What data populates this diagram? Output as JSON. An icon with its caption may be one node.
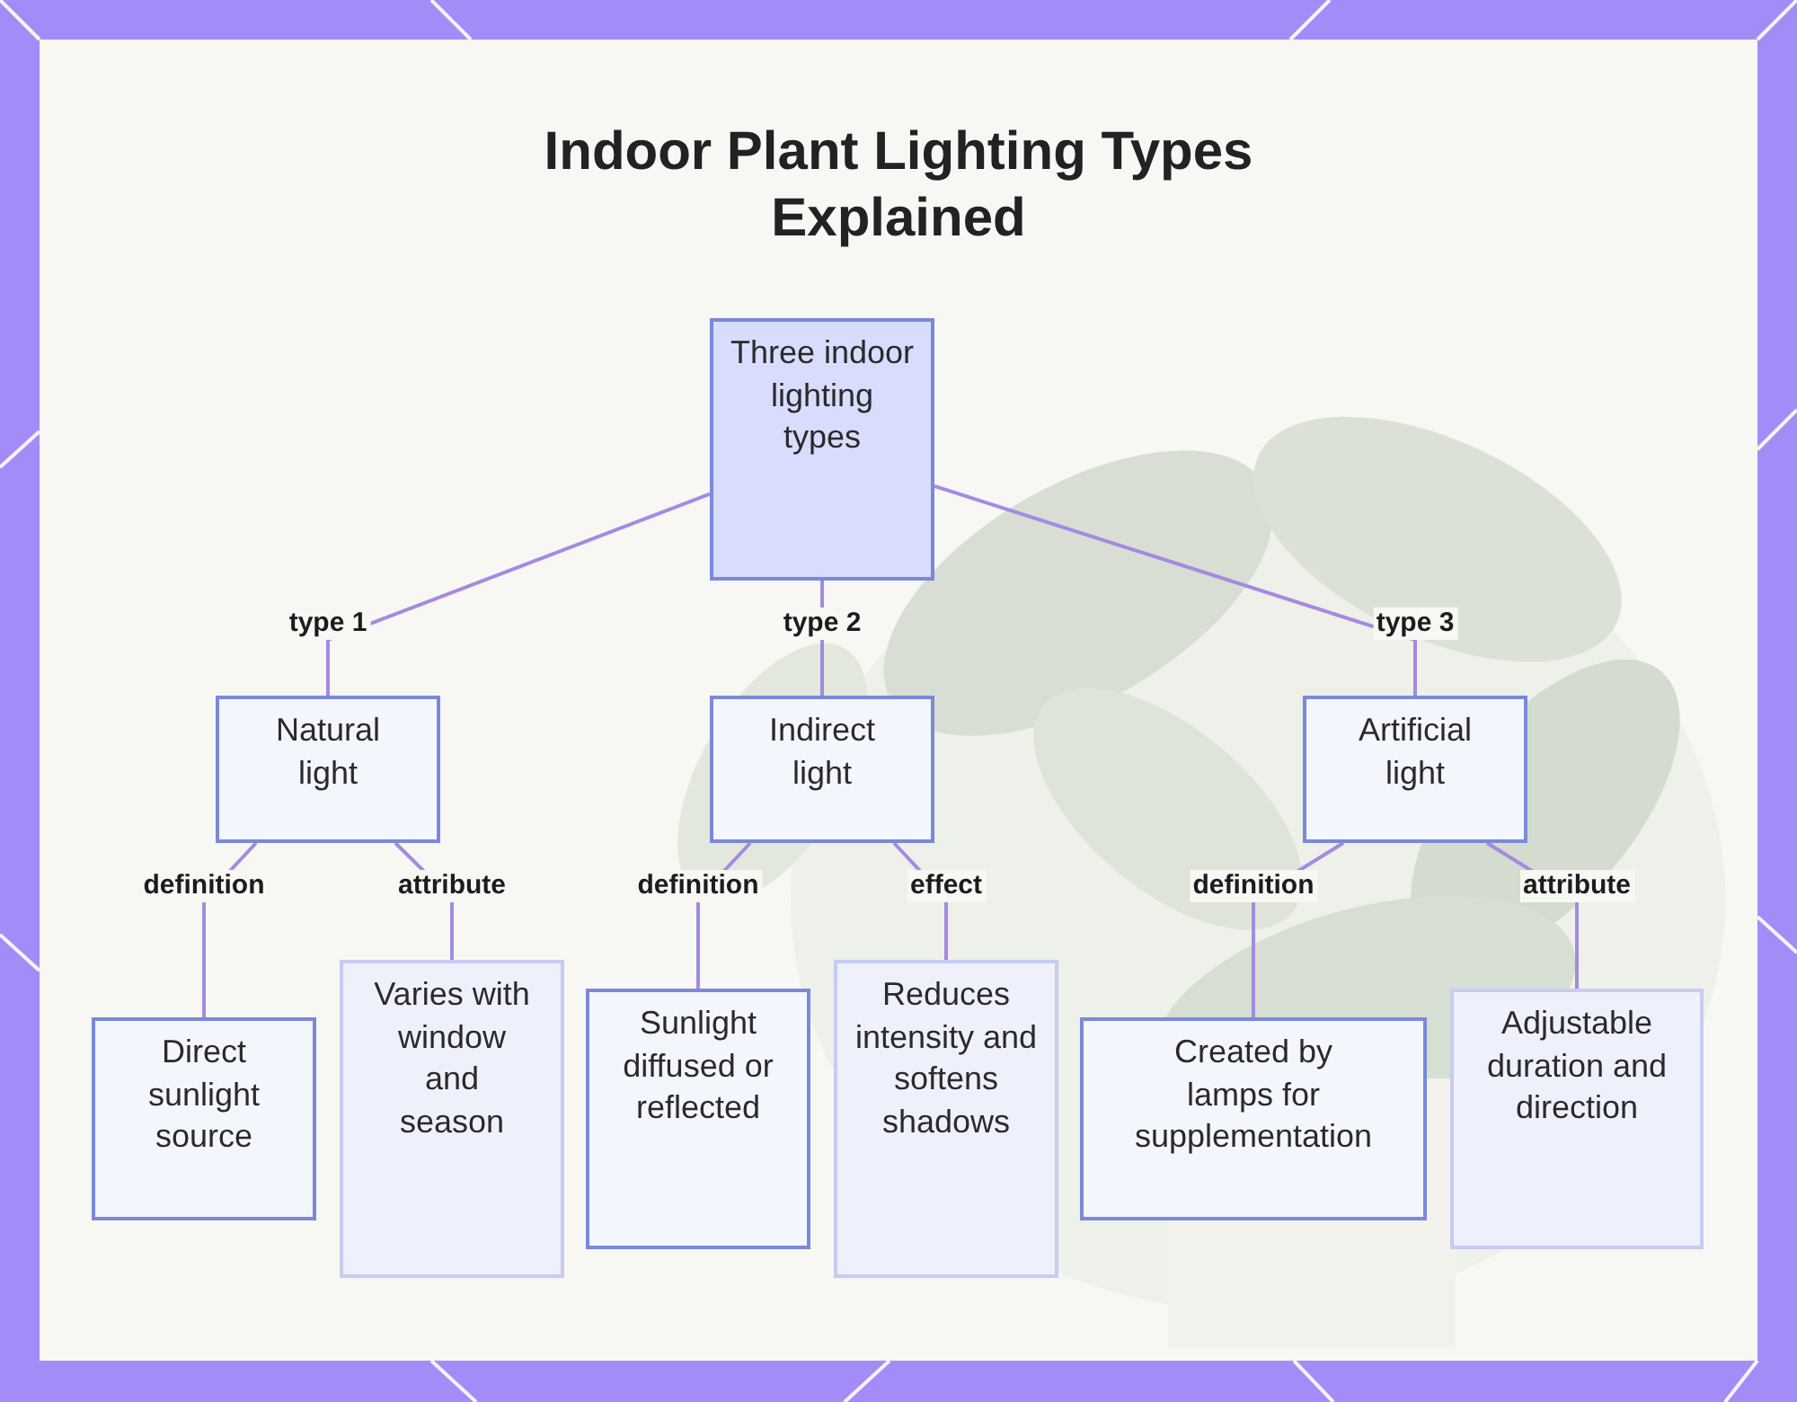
{
  "diagram": {
    "title": "Indoor Plant Lighting Types Explained",
    "nodes": [
      {
        "text": [
          "Three indoor lighting types"
        ]
      },
      {
        "text": [
          "Natural light"
        ]
      },
      {
        "text": [
          "Indirect light"
        ]
      },
      {
        "text": [
          "Artificial light"
        ]
      },
      {
        "text": [
          "Direct sunlight source"
        ]
      },
      {
        "text": [
          "Varies with window and season"
        ]
      },
      {
        "text": [
          "Sunlight diffused or reflected"
        ]
      },
      {
        "text": [
          "Reduces intensity and softens shadows"
        ]
      },
      {
        "text": [
          "Created by lamps for supplementation"
        ]
      },
      {
        "text": [
          "Adjustable duration and direction"
        ]
      }
    ],
    "edges": [
      {
        "from": 0,
        "to": 1,
        "arrow": "none",
        "label": "type 1"
      },
      {
        "from": 0,
        "to": 2,
        "arrow": "none",
        "label": "type 2"
      },
      {
        "from": 0,
        "to": 3,
        "arrow": "none",
        "label": "type 3"
      },
      {
        "from": 1,
        "to": 4,
        "arrow": "none",
        "label": "definition"
      },
      {
        "from": 1,
        "to": 5,
        "arrow": "none",
        "label": "attribute"
      },
      {
        "from": 2,
        "to": 6,
        "arrow": "none",
        "label": "definition"
      },
      {
        "from": 2,
        "to": 7,
        "arrow": "none",
        "label": "effect"
      },
      {
        "from": 3,
        "to": 8,
        "arrow": "none",
        "label": "definition"
      },
      {
        "from": 3,
        "to": 9,
        "arrow": "none",
        "label": "attribute"
      }
    ]
  }
}
